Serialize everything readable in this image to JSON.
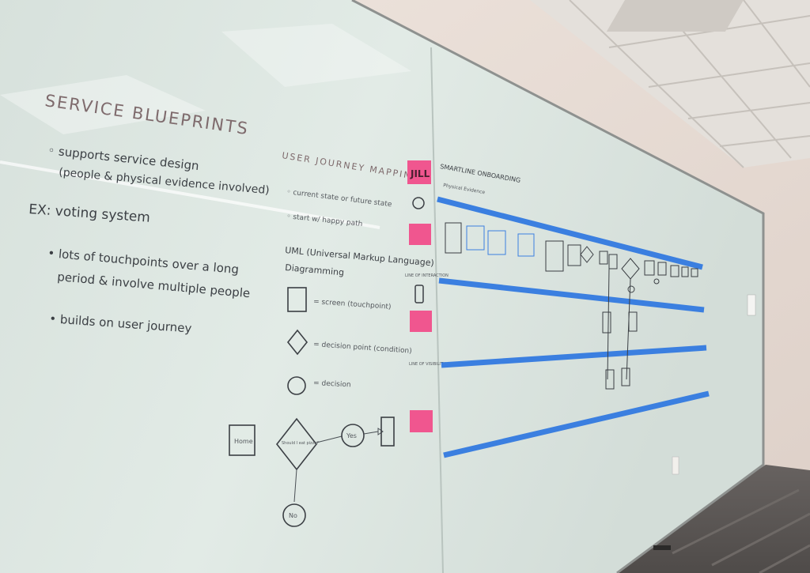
{
  "left_board": {
    "title": "SERVICE BLUEPRINTS",
    "bullet_1": "◦ supports service design",
    "bullet_1b": "(people & physical evidence involved)",
    "example": "EX: voting system",
    "bullet_2a": "• lots of touchpoints over a long",
    "bullet_2b": "period & involve multiple people",
    "bullet_3": "• builds on user journey",
    "journey_title": "USER JOURNEY MAPPING",
    "journey_1": "◦ current state or future state",
    "journey_2": "◦ start w/ happy path",
    "uml_1": "UML (Universal Markup Language)",
    "uml_2": "Diagramming",
    "legend_screen": "= screen (touchpoint)",
    "legend_decision_point": "= decision point (condition)",
    "legend_decision": "= decision",
    "flow_home": "Home",
    "flow_question": "Should I eat pizza?",
    "flow_yes": "Yes",
    "flow_no": "No"
  },
  "stickies": [
    {
      "label": "JILL",
      "color": "#f0568f"
    },
    {
      "label": "",
      "color": "#f0568f"
    },
    {
      "label": "",
      "color": "#f0568f"
    },
    {
      "label": "",
      "color": "#f0568f"
    }
  ],
  "right_board": {
    "title": "SMARTLINE ONBOARDING",
    "subtitle": "Physical Evidence",
    "tape_color": "#3b7fe0"
  },
  "colors": {
    "wall": "#e9dfd8",
    "ceiling": "#e6e2dd",
    "carpet": "#5a5654",
    "board": "#dfe8e3"
  }
}
